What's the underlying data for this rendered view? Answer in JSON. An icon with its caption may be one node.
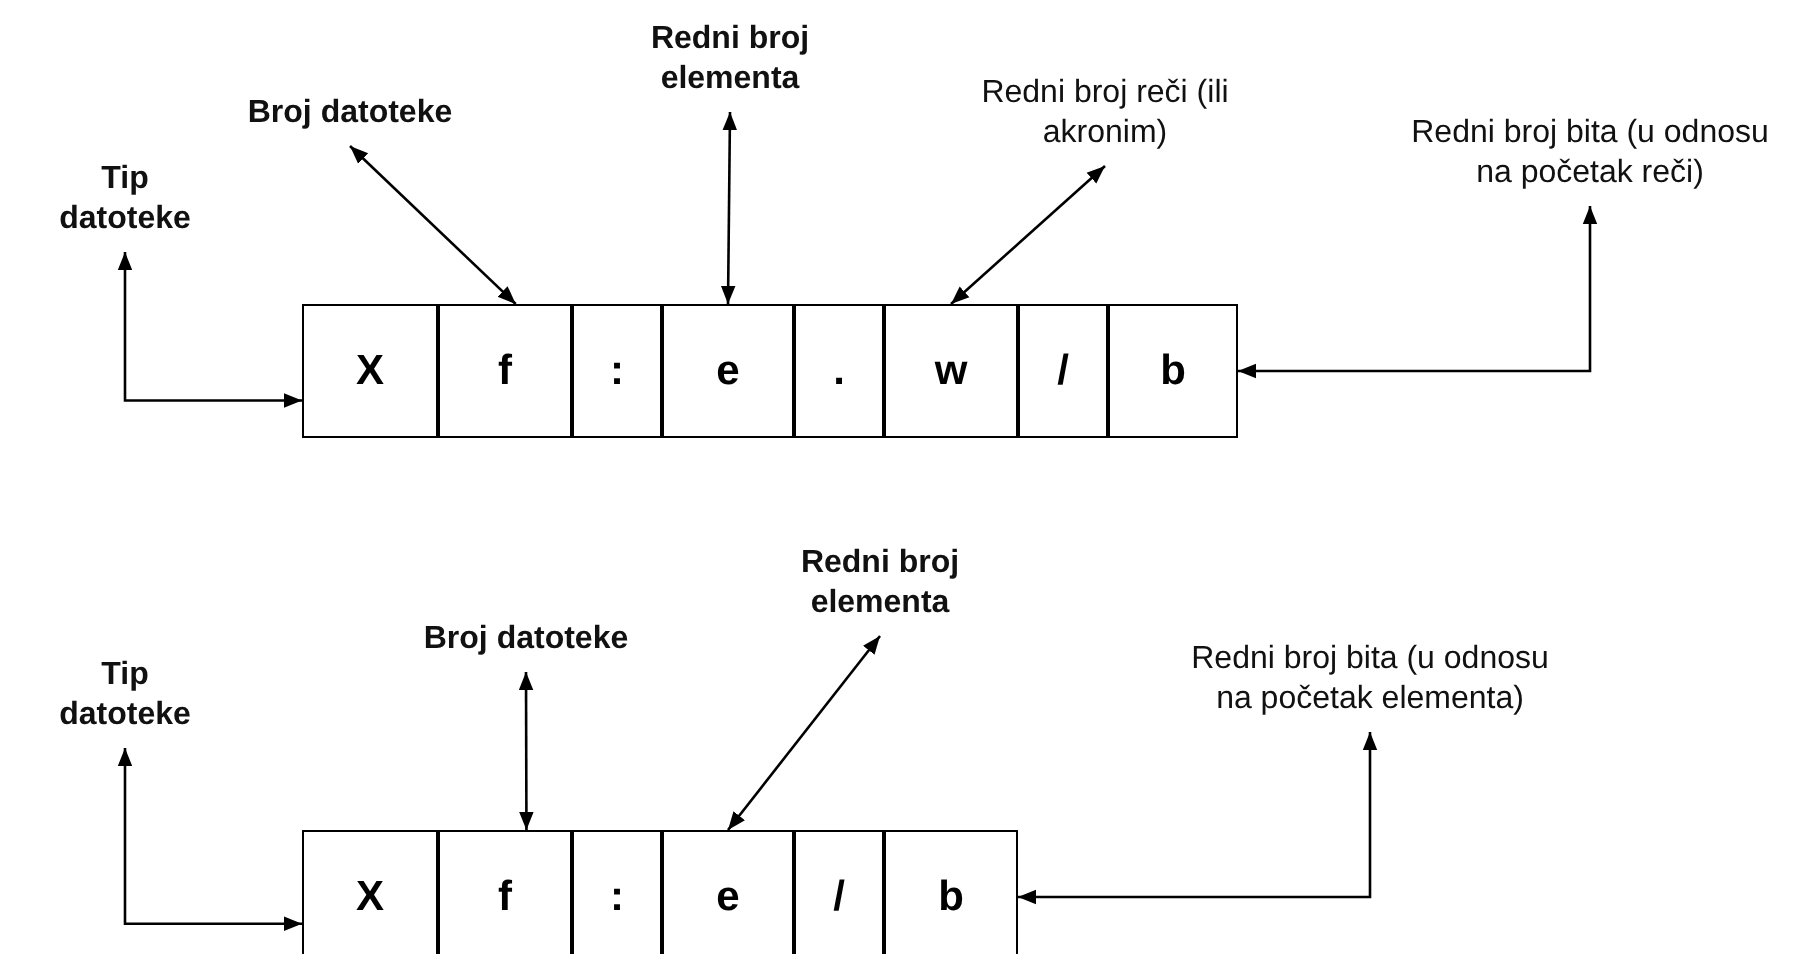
{
  "diagram": {
    "nodes": [
      {
        "text": [
          "Tip datoteke"
        ]
      },
      {
        "text": [
          "Broj datoteke"
        ]
      },
      {
        "text": [
          "Redni broj elementa"
        ]
      },
      {
        "text": [
          "Redni broj reči (ili akronim)"
        ]
      },
      {
        "text": [
          "Redni broj bita (u odnosu na početak reči)"
        ]
      },
      {
        "text": [
          "X"
        ]
      },
      {
        "text": [
          "f"
        ]
      },
      {
        "text": [
          ":"
        ]
      },
      {
        "text": [
          "e"
        ]
      },
      {
        "text": [
          "."
        ]
      },
      {
        "text": [
          "w"
        ]
      },
      {
        "text": [
          "/"
        ]
      },
      {
        "text": [
          "b"
        ]
      },
      {
        "text": [
          "Tip datoteke"
        ]
      },
      {
        "text": [
          "Broj datoteke"
        ]
      },
      {
        "text": [
          "Redni broj elementa"
        ]
      },
      {
        "text": [
          "Redni broj bita (u odnosu na početak elementa)"
        ]
      },
      {
        "text": [
          "X"
        ]
      },
      {
        "text": [
          "f"
        ]
      },
      {
        "text": [
          ":"
        ]
      },
      {
        "text": [
          "e"
        ]
      },
      {
        "text": [
          "/"
        ]
      },
      {
        "text": [
          "b"
        ]
      }
    ],
    "edges": [
      {
        "from": 0,
        "to": 5,
        "arrow": "both"
      },
      {
        "from": 1,
        "to": 6,
        "arrow": "both"
      },
      {
        "from": 2,
        "to": 8,
        "arrow": "both"
      },
      {
        "from": 3,
        "to": 10,
        "arrow": "both"
      },
      {
        "from": 4,
        "to": 12,
        "arrow": "both"
      },
      {
        "from": 13,
        "to": 17,
        "arrow": "both"
      },
      {
        "from": 14,
        "to": 18,
        "arrow": "both"
      },
      {
        "from": 15,
        "to": 20,
        "arrow": "both"
      },
      {
        "from": 16,
        "to": 22,
        "arrow": "both"
      }
    ]
  }
}
